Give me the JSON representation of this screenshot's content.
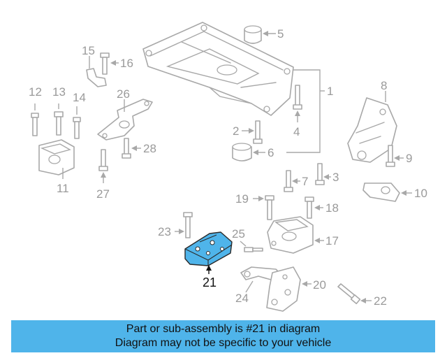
{
  "callouts": [
    "1",
    "2",
    "3",
    "4",
    "5",
    "6",
    "7",
    "8",
    "9",
    "10",
    "11",
    "12",
    "13",
    "14",
    "15",
    "16",
    "17",
    "18",
    "19",
    "20",
    "21",
    "22",
    "23",
    "24",
    "25",
    "26",
    "27",
    "28"
  ],
  "highlight_callout": "21",
  "colors": {
    "highlight_fill": "#4fb4ea",
    "line": "#a8a8a8",
    "label": "#9a9a9a",
    "banner": "#4fb4ea"
  },
  "banner": {
    "line1": "Part or sub-assembly is #21 in diagram",
    "line2": "Diagram may not be specific to your vehicle"
  }
}
